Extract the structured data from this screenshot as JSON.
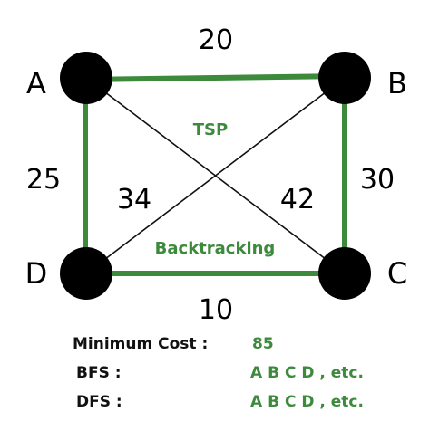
{
  "colors": {
    "highlight": "#3d8a3d",
    "edge": "#111111",
    "node": "#000000"
  },
  "nodes": {
    "a": "A",
    "b": "B",
    "c": "C",
    "d": "D"
  },
  "edges": {
    "ab": {
      "weight": "20",
      "highlighted": true
    },
    "bc": {
      "weight": "30",
      "highlighted": true
    },
    "dc": {
      "weight": "10",
      "highlighted": true
    },
    "ad": {
      "weight": "25",
      "highlighted": true
    },
    "bd": {
      "weight": "34",
      "highlighted": false
    },
    "ac": {
      "weight": "42",
      "highlighted": false
    }
  },
  "captions": {
    "tsp": "TSP",
    "backtracking": "Backtracking"
  },
  "info": {
    "min_cost_label": "Minimum Cost :",
    "min_cost_value": "85",
    "bfs_label": "BFS :",
    "bfs_value": "A B C D , etc.",
    "dfs_label": "DFS :",
    "dfs_value": "A B C D , etc."
  }
}
